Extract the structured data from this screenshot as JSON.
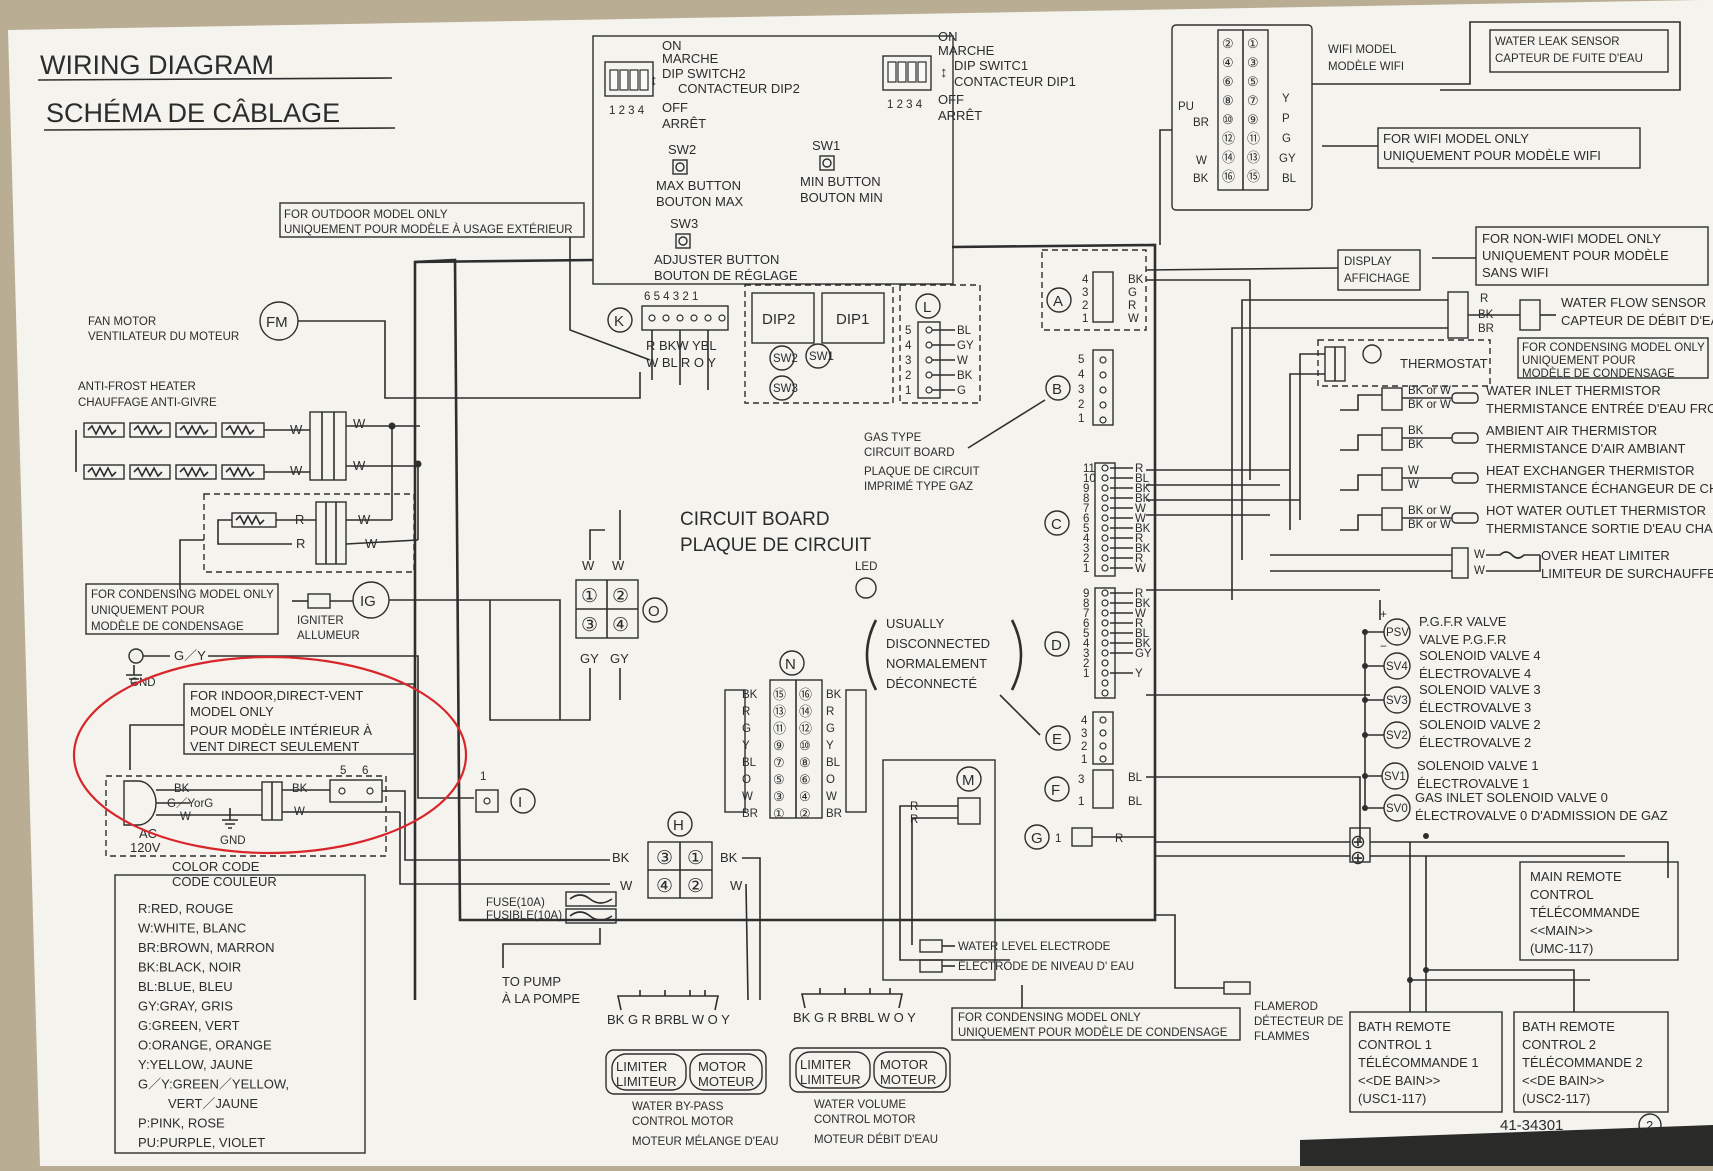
{
  "title": {
    "en": "WIRING DIAGRAM",
    "fr": "SCHÉMA DE CÂBLAGE"
  },
  "dip": {
    "on": "ON",
    "marche": "MARCHE",
    "off": "OFF",
    "arret": "ARRÊT",
    "nums": "1 2 3 4",
    "dip2_en": "DIP SWITCH2",
    "dip2_fr": "CONTACTEUR DIP2",
    "dip1_en": "DIP SWITC1",
    "dip1_fr": "CONTACTEUR  DIP1"
  },
  "buttons": {
    "sw2": "SW2",
    "sw2_en": "MAX BUTTON",
    "sw2_fr": "BOUTON MAX",
    "sw1": "SW1",
    "sw1_en": "MIN BUTTON",
    "sw1_fr": "BOUTON MIN",
    "sw3": "SW3",
    "sw3_en": "ADJUSTER BUTTON",
    "sw3_fr": "BOUTON DE RÉGLAGE"
  },
  "notes": {
    "outdoor_en": "FOR OUTDOOR MODEL ONLY",
    "outdoor_fr": "UNIQUEMENT POUR MODÈLE À USAGE EXTÉRIEUR",
    "cond_left_1": "FOR CONDENSING MODEL ONLY",
    "cond_left_2": "UNIQUEMENT POUR",
    "cond_left_3": "MODÈLE DE CONDENSAGE",
    "indoor_1": "FOR INDOOR,DIRECT-VENT",
    "indoor_2": "MODEL ONLY",
    "indoor_3": "POUR MODÈLE INTÉRIEUR À",
    "indoor_4": "VENT DIRECT SEULEMENT",
    "cond_bottom_1": "FOR CONDENSING MODEL ONLY",
    "cond_bottom_2": "UNIQUEMENT POUR MODÈLE DE CONDENSAGE",
    "wifi_only_1": "FOR WIFI MODEL ONLY",
    "wifi_only_2": "UNIQUEMENT POUR MODÈLE WIFI",
    "nonwifi_1": "FOR NON-WIFI MODEL ONLY",
    "nonwifi_2": "UNIQUEMENT POUR MODÈLE",
    "nonwifi_3": "SANS WIFI",
    "cond_right_1": "FOR CONDENSING MODEL ONLY",
    "cond_right_2": "UNIQUEMENT POUR",
    "cond_right_3": "MODÈLE DE CONDENSAGE"
  },
  "components": {
    "fan_en": "FAN MOTOR",
    "fan_fr": "VENTILATEUR DU MOTEUR",
    "fm": "FM",
    "frost_en": "ANTI-FROST HEATER",
    "frost_fr": "CHAUFFAGE ANTI-GIVRE",
    "ig": "IG",
    "igniter_en": "IGNITER",
    "igniter_fr": "ALLUMEUR",
    "gnd": "GND",
    "gy_label": "G／Y",
    "ac": "AC",
    "ac_v": "120V",
    "gyorg": "G／YorG",
    "board_en": "CIRCUIT BOARD",
    "board_fr": "PLAQUE DE CIRCUIT",
    "gas_1": "GAS TYPE",
    "gas_2": "CIRCUIT BOARD",
    "gas_3": "PLAQUE DE CIRCUIT",
    "gas_4": "IMPRIMÉ TYPE GAZ",
    "led": "LED",
    "usually_1": "USUALLY",
    "usually_2": "DISCONNECTED",
    "usually_3": "NORMALEMENT",
    "usually_4": "DÉCONNECTÉ",
    "fuse_1": "FUSE(10A)",
    "fuse_2": "FUSIBLE(10A)",
    "pump_en": "TO PUMP",
    "pump_fr": "À LA POMPE",
    "limiter_en": "LIMITER",
    "limiter_fr": "LIMITEUR",
    "motor_en": "MOTOR",
    "motor_fr": "MOTEUR",
    "wbp_1": "WATER BY-PASS",
    "wbp_2": "CONTROL MOTOR",
    "wbp_3": "MOTEUR MÉLANGE D'EAU",
    "wv_1": "WATER VOLUME",
    "wv_2": "CONTROL MOTOR",
    "wv_3": "MOTEUR DÉBIT D'EAU",
    "wle_en": "WATER LEVEL ELECTRODE",
    "wle_fr": "ÉLECTRODE DE NIVEAU D' EAU",
    "flame_1": "FLAMEROD",
    "flame_2": "DÉTECTEUR DE",
    "flame_3": "FLAMMES",
    "dip2": "DIP2",
    "dip1": "DIP1",
    "sw2c": "SW2",
    "sw1c": "SW1",
    "sw3c": "SW3",
    "wire_seq": "BK G  R BRBL W  O  Y",
    "k_nums": "6 5 4 3 2 1",
    "k_top": "R  BKW YBL",
    "k_bot": "W  BL R O Y",
    "w": "W",
    "gy": "GY",
    "r": "R",
    "bk": "BK",
    "g": "G",
    "y": "Y",
    "bl": "BL",
    "o": "O",
    "br": "BR",
    "pu": "PU",
    "p": "P"
  },
  "connectors": {
    "a": "A",
    "b": "B",
    "c": "C",
    "d": "D",
    "e": "E",
    "f": "F",
    "g": "G",
    "h": "H",
    "i": "I",
    "k": "K",
    "l": "L",
    "m": "M",
    "n": "N",
    "o": "O",
    "one": "1"
  },
  "right": {
    "wifi_model_en": "WIFI MODEL",
    "wifi_model_fr": "MODÈLE WIFI",
    "leak_en": "WATER LEAK SENSOR",
    "leak_fr": "CAPTEUR DE FUITE D'EAU",
    "display_en": "DISPLAY",
    "display_fr": "AFFICHAGE",
    "flow_en": "WATER FLOW SENSOR",
    "flow_fr": "CAPTEUR DE DÉBIT D'EA",
    "thermostat": "THERMOSTAT",
    "inlet_en": "WATER INLET THERMISTOR",
    "inlet_fr": "THERMISTANCE ENTRÉE D'EAU FROIDE",
    "ambient_en": "AMBIENT AIR THERMISTOR",
    "ambient_fr": "THERMISTANCE D'AIR AMBIANT",
    "hx_en": "HEAT EXCHANGER THERMISTOR",
    "hx_fr": "THERMISTANCE ÉCHANGEUR DE CHALEU",
    "outlet_en": "HOT WATER OUTLET THERMISTOR",
    "outlet_fr": "THERMISTANCE SORTIE D'EAU CHAUDE",
    "ohl_en": "OVER HEAT LIMITER",
    "ohl_fr": "LIMITEUR DE SURCHAUFFE",
    "bkorw": "BK or W",
    "psv_en": "P.G.F.R VALVE",
    "psv_fr": "VALVE P.G.F.R",
    "sv4_en": "SOLENOID VALVE 4",
    "sv4_fr": "ÉLECTROVALVE 4",
    "sv3_en": "SOLENOID VALVE 3",
    "sv3_fr": "ÉLECTROVALVE  3",
    "sv2_en": "SOLENOID VALVE 2",
    "sv2_fr": "ÉLECTROVALVE  2",
    "sv1_en": "SOLENOID VALVE 1",
    "sv1_fr": "ÉLECTROVALVE  1",
    "sv0_en": "GAS INLET SOLENOID VALVE 0",
    "sv0_fr": "ÉLECTROVALVE 0 D'ADMISSION DE GAZ",
    "psv": "PSV",
    "sv4": "SV4",
    "sv3": "SV3",
    "sv2": "SV2",
    "sv1": "SV1",
    "sv0": "SV0",
    "main_1": "MAIN REMOTE",
    "main_2": "CONTROL",
    "main_3": "TÉLÉCOMMANDE",
    "main_4": "<<MAIN>>",
    "main_5": "(UMC-117)",
    "bath1_1": "BATH REMOTE",
    "bath1_2": "CONTROL 1",
    "bath1_3": "TÉLÉCOMMANDE 1",
    "bath1_4": "<<DE BAIN>>",
    "bath1_5": "(USC1-117)",
    "bath2_1": "BATH REMOTE",
    "bath2_2": "CONTROL 2",
    "bath2_3": "TÉLÉCOMMANDE 2",
    "bath2_4": "<<DE BAIN>>",
    "bath2_5": "(USC2-117)",
    "docnum": "41-34301",
    "docrev": "2"
  },
  "colorcode": {
    "title_en": "COLOR CODE",
    "title_fr": "CODE COULEUR",
    "items": [
      "R:RED, ROUGE",
      "W:WHITE, BLANC",
      "BR:BROWN, MARRON",
      "BK:BLACK, NOIR",
      "BL:BLUE, BLEU",
      "GY:GRAY, GRIS",
      "G:GREEN, VERT",
      "O:ORANGE, ORANGE",
      "Y:YELLOW, JAUNE",
      "G／Y:GREEN／YELLOW,",
      "VERT／JAUNE",
      "P:PINK, ROSE",
      "PU:PURPLE, VIOLET"
    ]
  },
  "colors": {
    "paper": "#f4f3ee",
    "ink": "#2e2e2e",
    "circle": "#d8262b",
    "background": "#b9ad93"
  }
}
